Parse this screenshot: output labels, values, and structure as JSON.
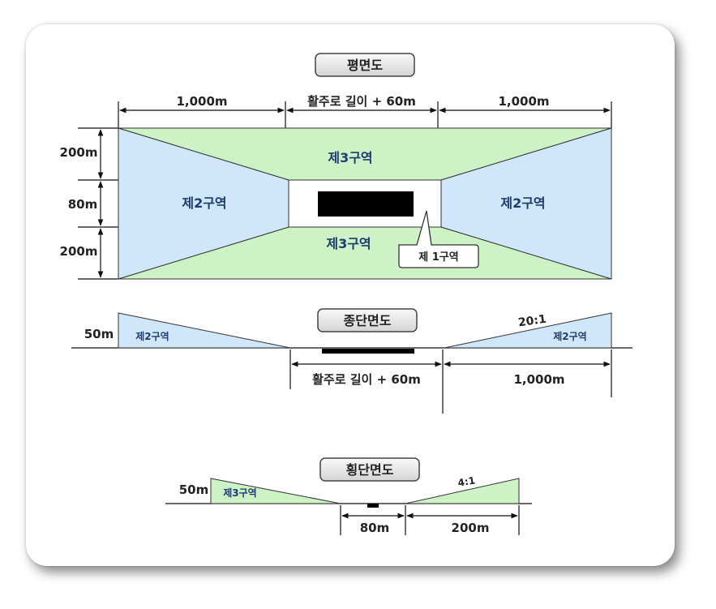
{
  "titles": {
    "plan": "평면도",
    "longitudinal": "종단면도",
    "transverse": "횡단면도"
  },
  "plan": {
    "dim_left": "1,000m",
    "dim_center": "활주로 길이 + 60m",
    "dim_right": "1,000m",
    "dim_top": "200m",
    "dim_mid": "80m",
    "dim_bottom": "200m",
    "zone3_top": "제3구역",
    "zone3_bottom": "제3구역",
    "zone2_left": "제2구역",
    "zone2_right": "제2구역",
    "zone1_callout": "제 1구역"
  },
  "longitudinal": {
    "height": "50m",
    "zone2_left": "제2구역",
    "zone2_right": "제2구역",
    "slope": "20:1",
    "dim_center": "활주로 길이 + 60m",
    "dim_right": "1,000m"
  },
  "transverse": {
    "height": "50m",
    "zone3": "제3구역",
    "slope": "4:1",
    "dim_center": "80m",
    "dim_right": "200m"
  },
  "colors": {
    "zone2_fill": "#cfe6fb",
    "zone3_fill": "#ccf2c6",
    "runway": "#000000",
    "title_bg": "#e6e6e6"
  }
}
